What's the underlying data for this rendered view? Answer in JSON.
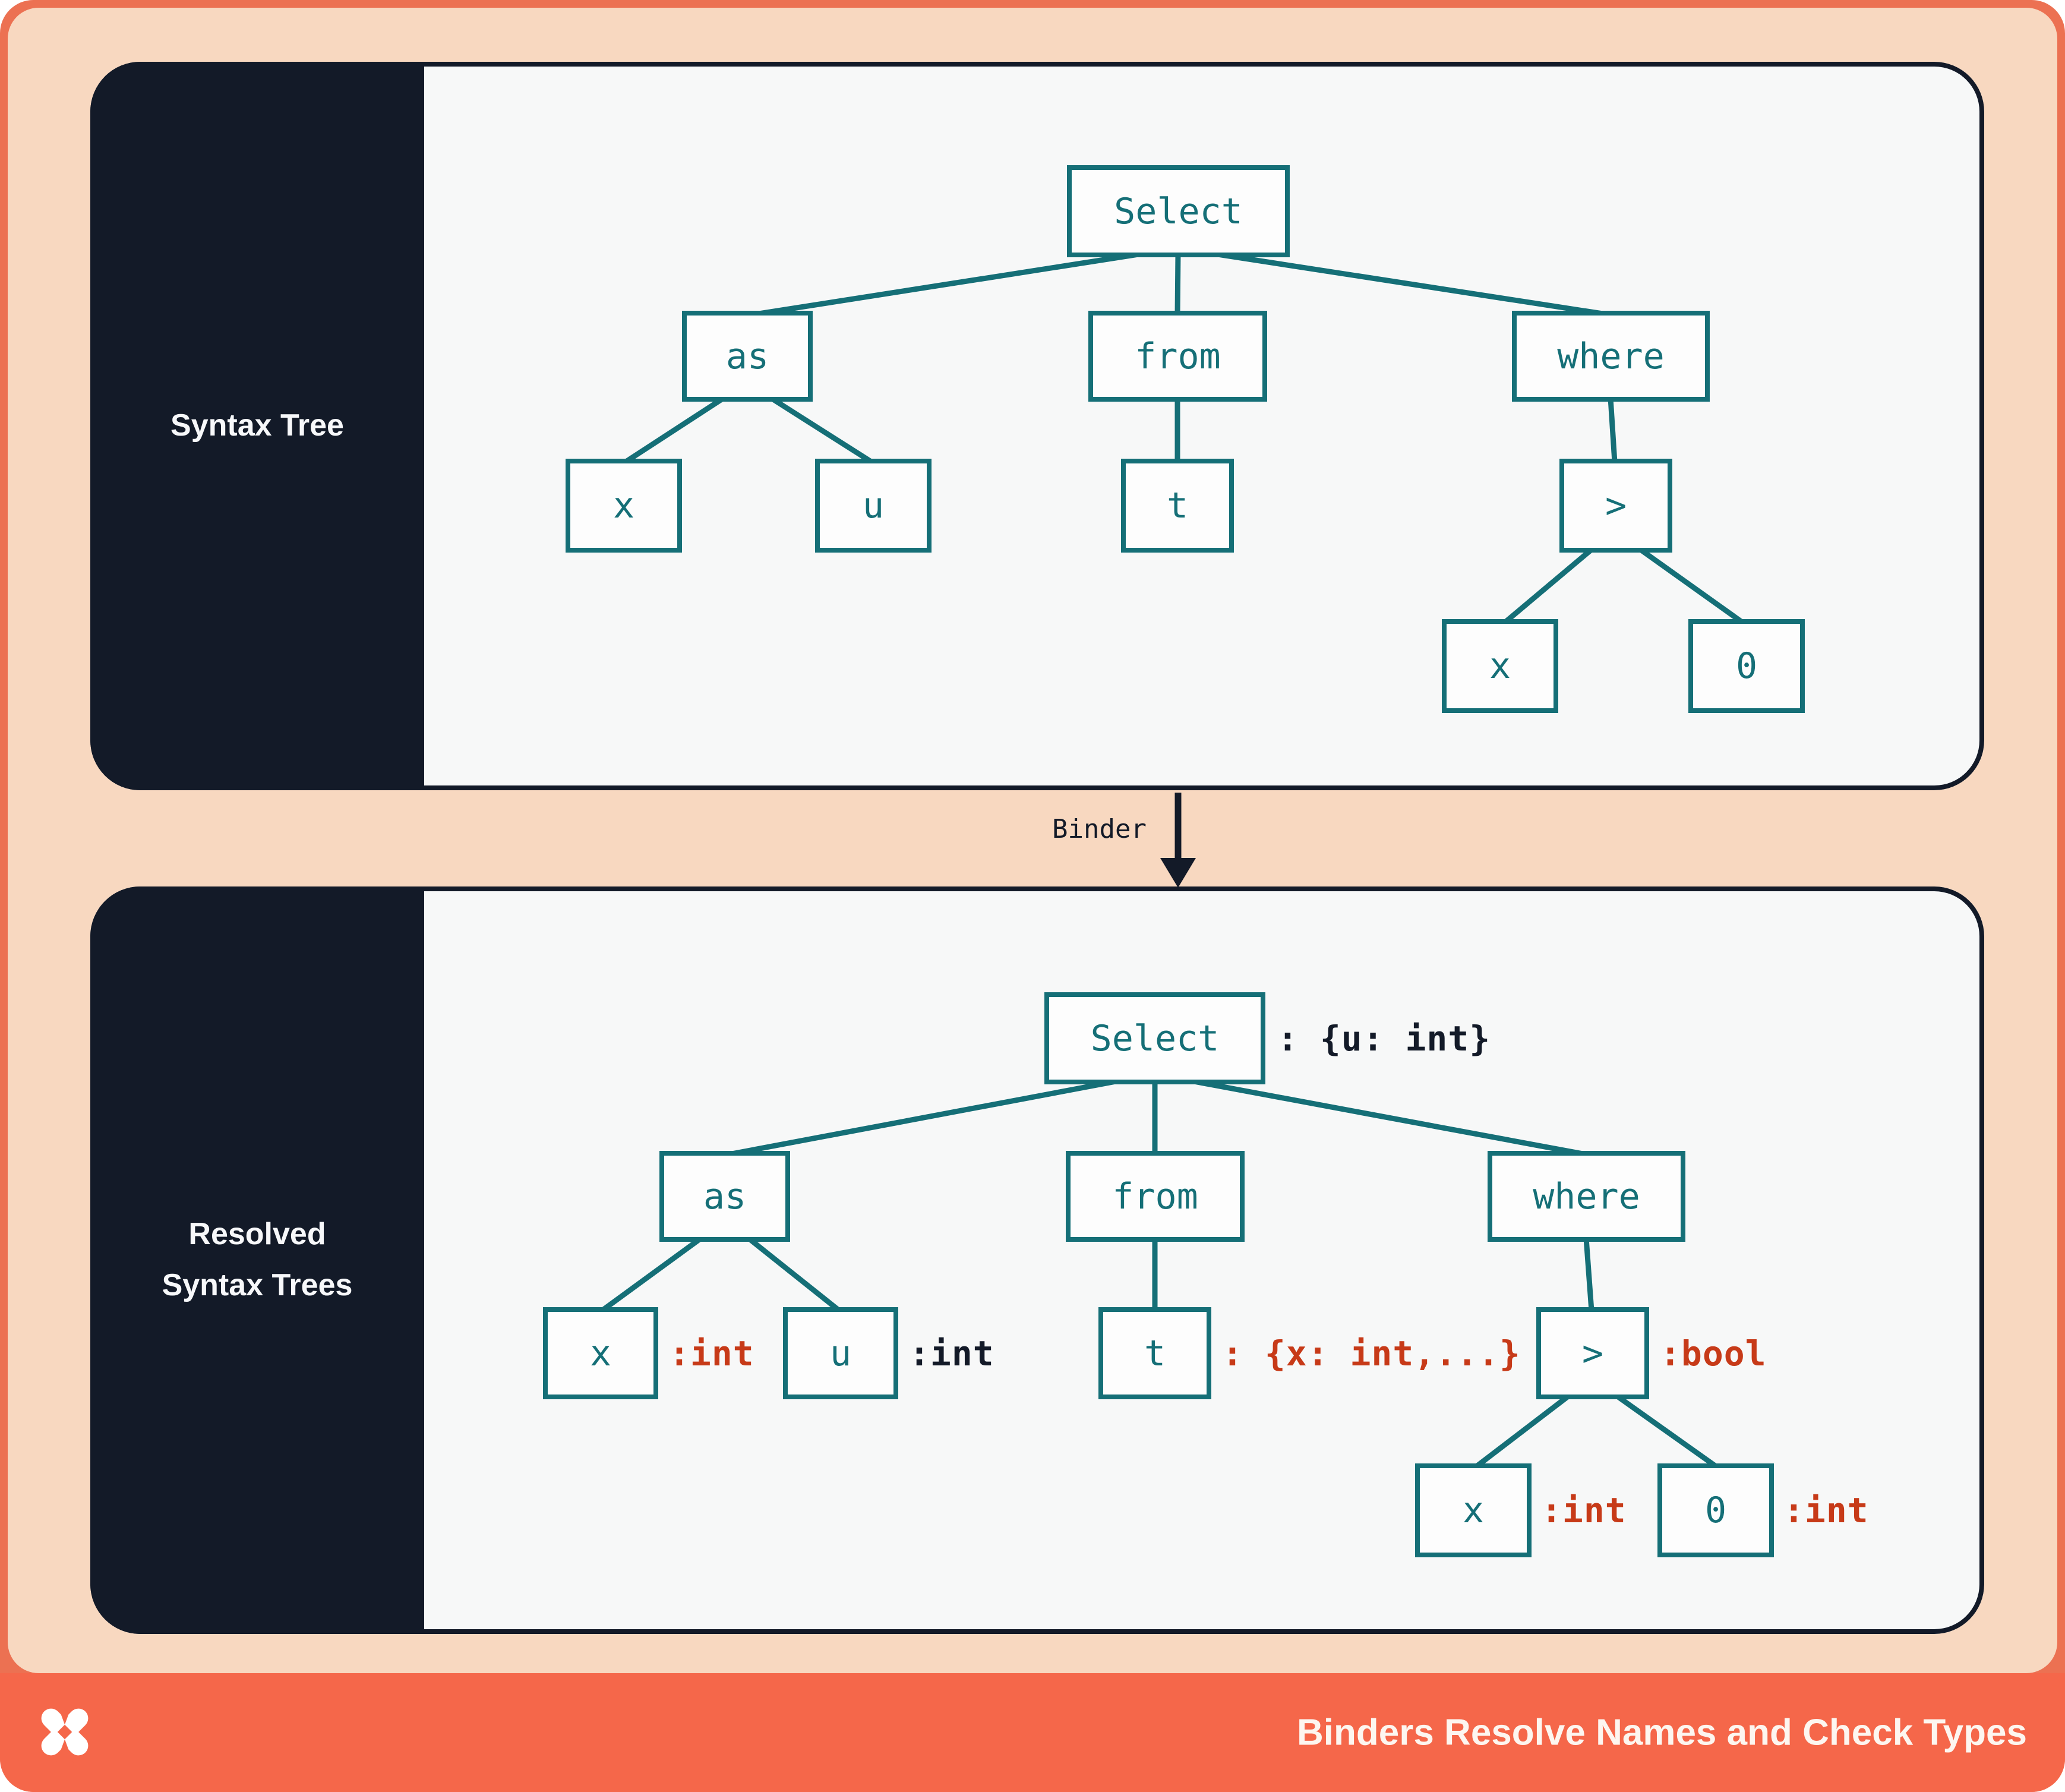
{
  "syntax_tree": {
    "title": "Syntax Tree",
    "nodes": {
      "select": "Select",
      "as": "as",
      "from": "from",
      "where": "where",
      "x1": "x",
      "u": "u",
      "t": "t",
      "gt": ">",
      "x2": "x",
      "zero": "0"
    }
  },
  "resolved_tree": {
    "title_line1": "Resolved",
    "title_line2": "Syntax Trees",
    "nodes": {
      "select": "Select",
      "as": "as",
      "from": "from",
      "where": "where",
      "x1": "x",
      "u": "u",
      "t": "t",
      "gt": ">",
      "x2": "x",
      "zero": "0"
    },
    "annotations": {
      "select": ": {u: int}",
      "x1": ":int",
      "u": ":int",
      "t": ": {x: int,...}",
      "gt": ":bool",
      "x2": ":int",
      "zero": ":int"
    }
  },
  "binder": {
    "label": "Binder"
  },
  "footer": {
    "title": "Binders Resolve Names and Check Types",
    "logo": "x-pinwheel-logo"
  },
  "colors": {
    "accent_teal": "#156f77",
    "annotation_red": "#c73a18",
    "ink_navy": "#131a28",
    "peach_background": "#f8d8c0",
    "frame_orange": "#ec7152",
    "footer_orange": "#f5674a"
  }
}
